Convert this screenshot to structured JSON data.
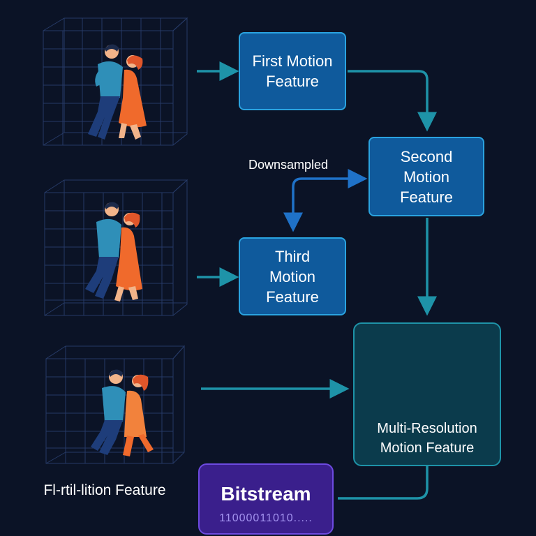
{
  "nodes": {
    "first": "First Motion Feature",
    "second": "Second Motion Feature",
    "third": "Third Motion Feature",
    "multi_resolution": "Multi-Resolution Motion Feature",
    "bitstream": "Bitstream",
    "bits": "11000011010....."
  },
  "labels": {
    "downsampled": "Downsampled",
    "bottom_left": "Fl-rtil-lition Feature"
  },
  "colors": {
    "background": "#0b1326",
    "arrow": "#1e93a8",
    "arrow_blue": "#1f72c8",
    "motion_box": "#0f5a9c",
    "multi_box": "#0b3b4c",
    "bitstream_box": "#3a1f8c",
    "node": "#f5b73b",
    "man_shirt": "#2f8fb8",
    "man_pants": "#1e3d7a",
    "woman_dress": "#f06a2c",
    "hair_woman": "#e0562a",
    "skin": "#f2b48a"
  },
  "icons": [
    "wireframe-cube-icon",
    "dancing-couple-icon",
    "neural-network-icon"
  ]
}
